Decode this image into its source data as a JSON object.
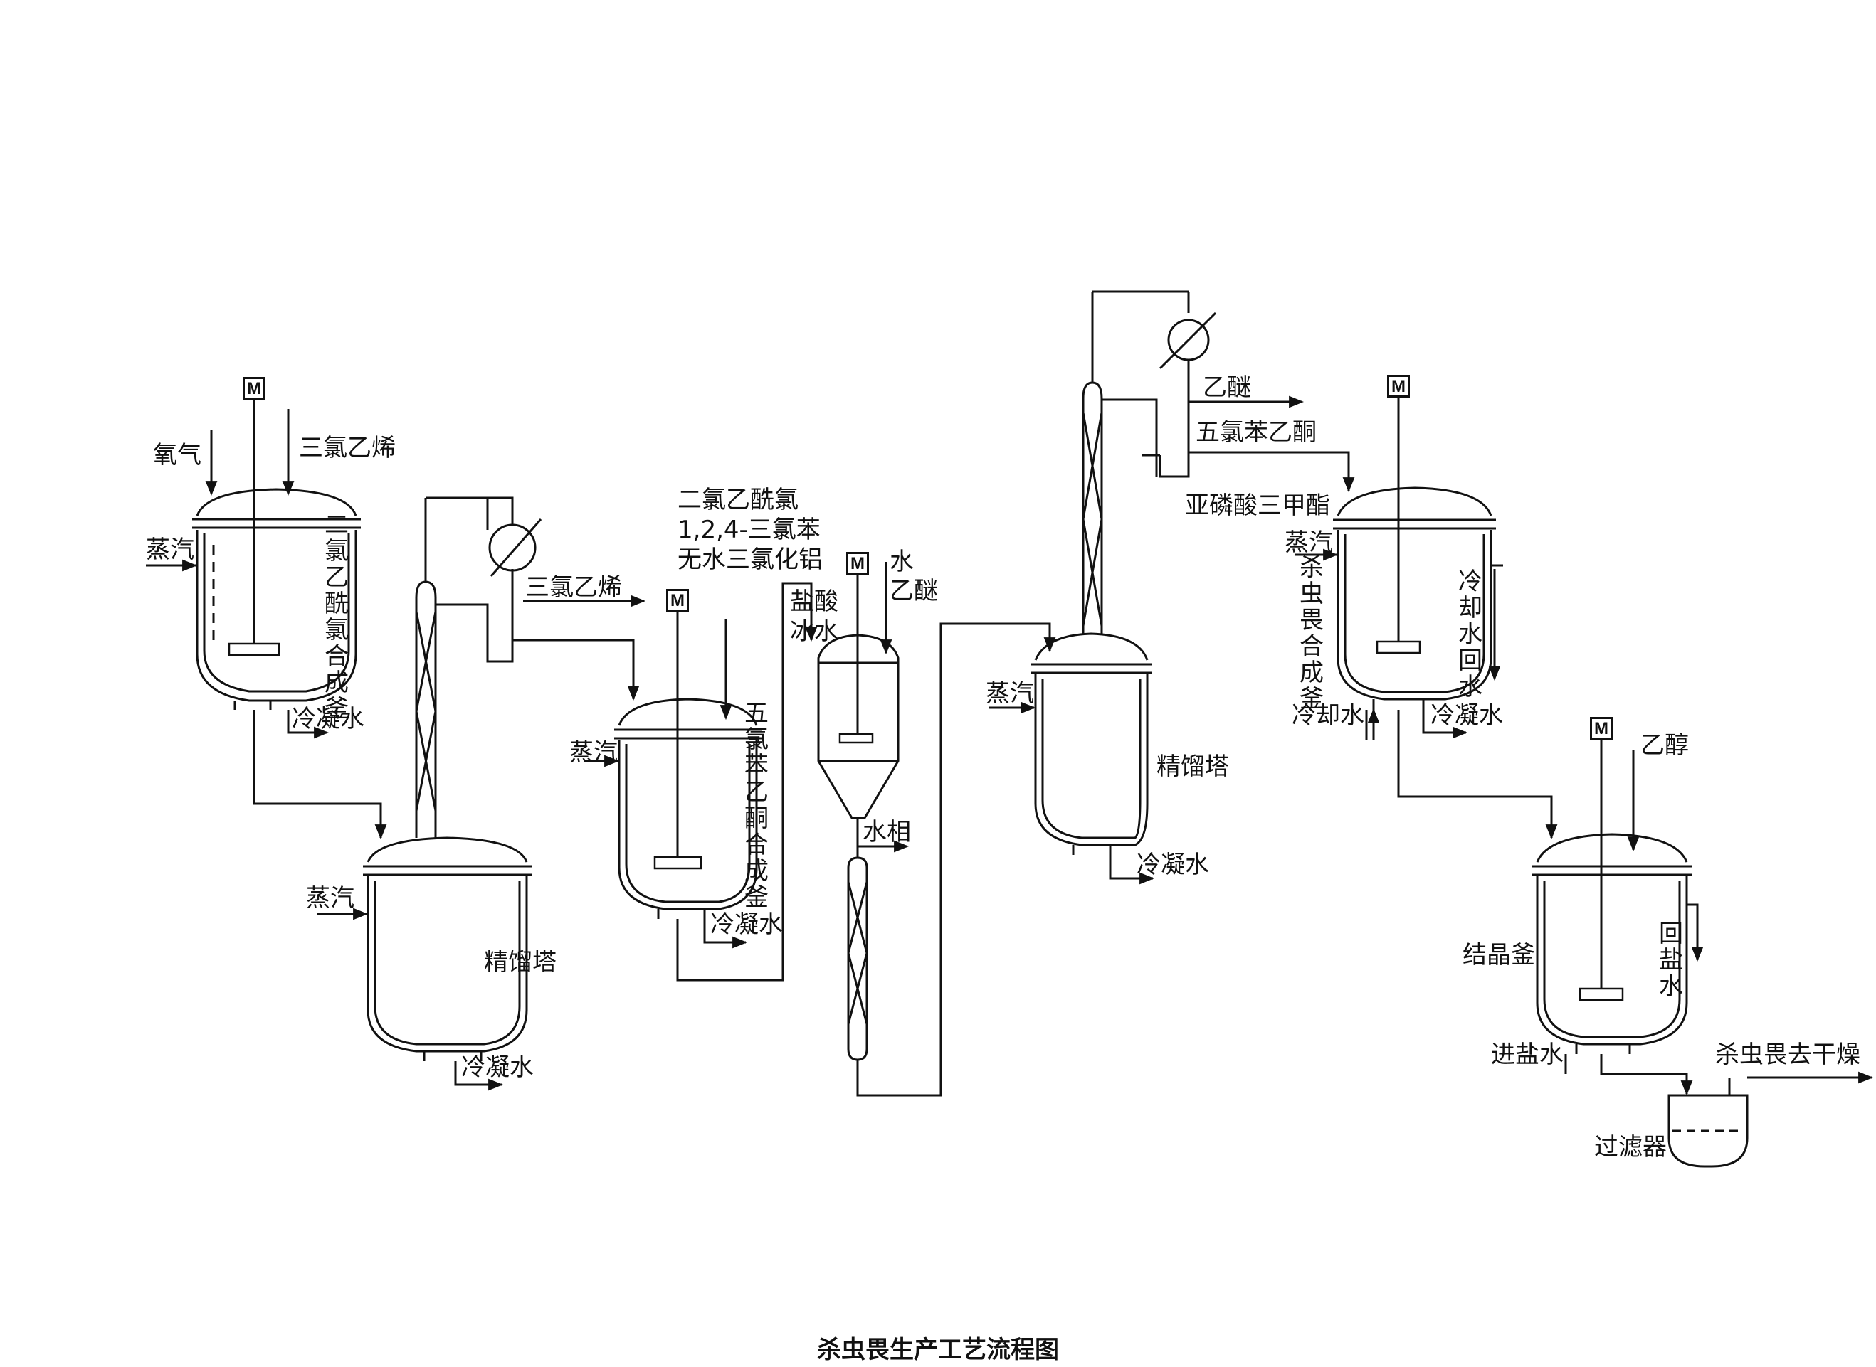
{
  "caption": "杀虫畏生产工艺流程图",
  "motor_symbol": "M",
  "reactor1": {
    "name": "二氯乙酰氯合成釜",
    "in_oxygen": "氧气",
    "in_feed": "三氯乙烯",
    "in_steam": "蒸汽",
    "out_condensate": "冷凝水"
  },
  "column1": {
    "name": "精馏塔",
    "in_steam": "蒸汽",
    "out_condensate": "冷凝水",
    "recycle": "三氯乙烯"
  },
  "reactor2": {
    "name": "五氯苯乙酮合成釜",
    "feeds": [
      "二氯乙酰氯",
      "1,2,4-三氯苯",
      "无水三氯化铝"
    ],
    "in_steam": "蒸汽",
    "out_condensate": "冷凝水"
  },
  "hydrolysis": {
    "in_acid": "盐酸",
    "in_ice_water": "冰水",
    "in_water": "水",
    "in_ether": "乙醚",
    "out_aqueous": "水相"
  },
  "column2": {
    "name": "精馏塔",
    "in_steam": "蒸汽",
    "out_condensate": "冷凝水",
    "out_ether": "乙醚",
    "out_product": "五氯苯乙酮"
  },
  "reactor3": {
    "name": "杀虫畏合成釜",
    "in_feed": "亚磷酸三甲酯",
    "in_steam": "蒸汽",
    "in_cooling": "冷却水",
    "out_cooling_return": "冷却水回水",
    "out_condensate": "冷凝水"
  },
  "crystallizer": {
    "name": "结晶釜",
    "in_ethanol": "乙醇",
    "in_brine": "进盐水",
    "out_brine": "回盐水",
    "out_product": "杀虫畏去干燥"
  },
  "filter": {
    "name": "过滤器"
  }
}
